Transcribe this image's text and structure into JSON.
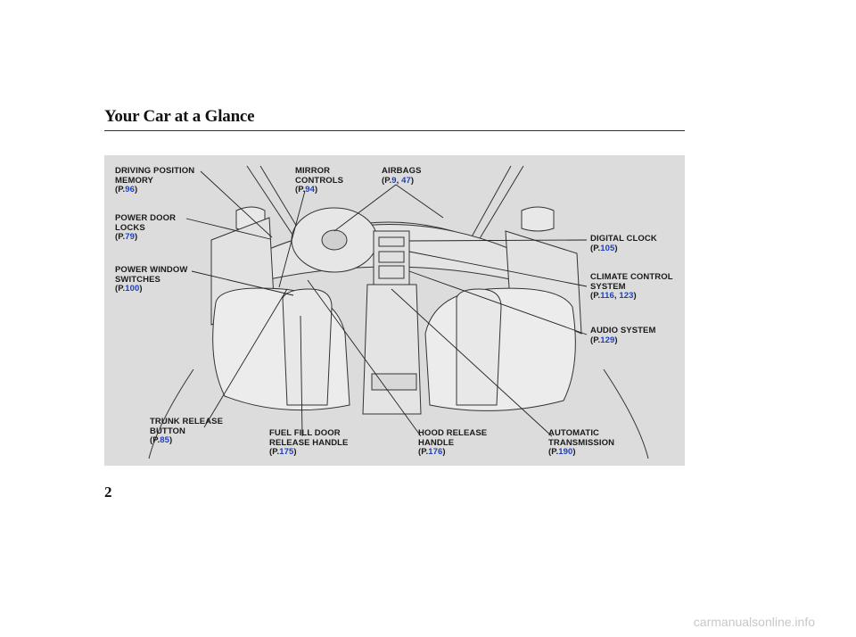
{
  "page": {
    "title": "Your Car at a Glance",
    "page_number": "2",
    "watermark": "carmanualsonline.info"
  },
  "callouts": {
    "driving_position_memory": {
      "line1": "DRIVING POSITION",
      "line2": "MEMORY",
      "prefix": "(P.",
      "pages": [
        "96"
      ],
      "suffix": ")"
    },
    "power_door_locks": {
      "line1": "POWER DOOR",
      "line2": "LOCKS",
      "prefix": "(P.",
      "pages": [
        "79"
      ],
      "suffix": ")"
    },
    "power_window_switches": {
      "line1": "POWER WINDOW",
      "line2": "SWITCHES",
      "prefix": "(P.",
      "pages": [
        "100"
      ],
      "suffix": ")"
    },
    "mirror_controls": {
      "line1": "MIRROR",
      "line2": "CONTROLS",
      "prefix": "(P.",
      "pages": [
        "94"
      ],
      "suffix": ")"
    },
    "airbags": {
      "line1": "AIRBAGS",
      "prefix": "(P.",
      "pages": [
        "9",
        "47"
      ],
      "separator": ", ",
      "suffix": ")"
    },
    "digital_clock": {
      "line1": "DIGITAL CLOCK",
      "prefix": "(P.",
      "pages": [
        "105"
      ],
      "suffix": ")"
    },
    "climate_control": {
      "line1": "CLIMATE CONTROL",
      "line2": "SYSTEM",
      "prefix": "(P.",
      "pages": [
        "116",
        "123"
      ],
      "separator": ", ",
      "suffix": ")"
    },
    "audio_system": {
      "line1": "AUDIO SYSTEM",
      "prefix": "(P.",
      "pages": [
        "129"
      ],
      "suffix": ")"
    },
    "trunk_release": {
      "line1": "TRUNK RELEASE",
      "line2": "BUTTON",
      "prefix": "(P.",
      "pages": [
        "85"
      ],
      "suffix": ")"
    },
    "fuel_fill_door": {
      "line1": "FUEL FILL DOOR",
      "line2": "RELEASE HANDLE",
      "prefix": "(P.",
      "pages": [
        "175"
      ],
      "suffix": ")"
    },
    "hood_release": {
      "line1": "HOOD RELEASE",
      "line2": "HANDLE",
      "prefix": "(P.",
      "pages": [
        "176"
      ],
      "suffix": ")"
    },
    "automatic_transmission": {
      "line1": "AUTOMATIC",
      "line2": "TRANSMISSION",
      "prefix": "(P.",
      "pages": [
        "190"
      ],
      "suffix": ")"
    }
  },
  "colors": {
    "link": "#1e3fbf",
    "figure_bg": "#dcdcdc",
    "line": "#222222"
  }
}
